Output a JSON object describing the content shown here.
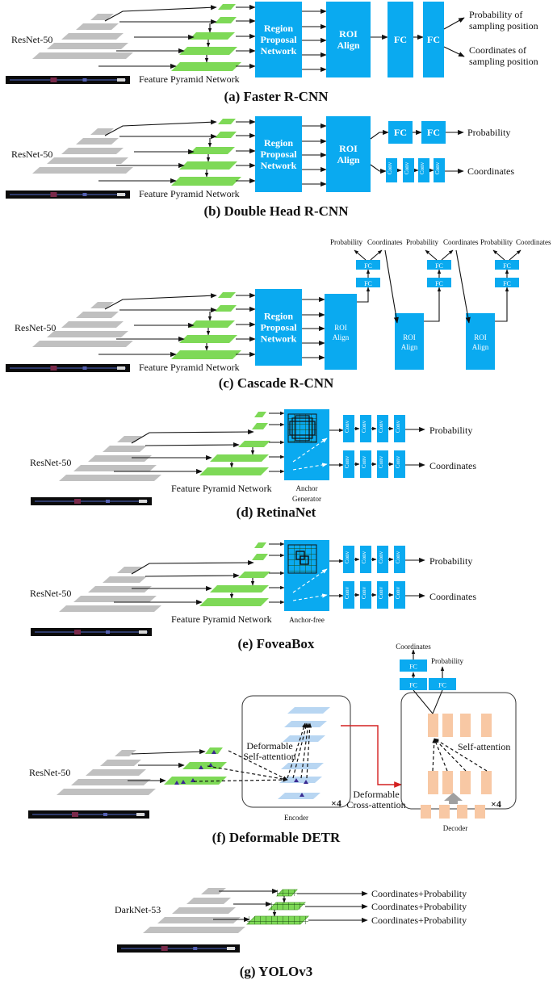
{
  "colors": {
    "blue": "#0aaaf0",
    "green": "#7ed957",
    "green_edge": "#58a83a",
    "gray": "#c0c0c0",
    "peach": "#f8c8a4",
    "lightblue": "#b8d6f2",
    "arrow": "#111111",
    "red": "#d42020",
    "white_dash": "#ffffff",
    "marker": "#3a2a90"
  },
  "icons": [
    "arrow-icon",
    "box-icon",
    "grid-icon",
    "triangle-marker-icon"
  ],
  "panels": {
    "a": {
      "caption": "(a) Faster R-CNN",
      "backbone": "ResNet-50",
      "fpn": "Feature Pyramid Network",
      "rpn": [
        "Region",
        "Proposal",
        "Network"
      ],
      "roi": [
        "ROI",
        "Align"
      ],
      "fc1": "FC",
      "fc2": "FC",
      "out1": [
        "Probability of",
        "sampling position"
      ],
      "out2": [
        "Coordinates of",
        "sampling position"
      ]
    },
    "b": {
      "caption": "(b) Double Head R-CNN",
      "backbone": "ResNet-50",
      "fpn": "Feature Pyramid Network",
      "rpn": [
        "Region",
        "Proposal",
        "Network"
      ],
      "roi": [
        "ROI",
        "Align"
      ],
      "fc1": "FC",
      "fc2": "FC",
      "conv": "Conv",
      "out1": "Probability",
      "out2": "Coordinates"
    },
    "c": {
      "caption": "(c) Cascade R-CNN",
      "backbone": "ResNet-50",
      "fpn": "Feature Pyramid Network",
      "rpn": [
        "Region",
        "Proposal",
        "Network"
      ],
      "roi": [
        "ROI",
        "Align"
      ],
      "fc": "FC",
      "prob": "Probability",
      "coord": "Coordinates"
    },
    "d": {
      "caption": "(d) RetinaNet",
      "backbone": "ResNet-50",
      "fpn": "Feature Pyramid Network",
      "gen": [
        "Anchor",
        "Generator"
      ],
      "conv": "Conv",
      "out1": "Probability",
      "out2": "Coordinates"
    },
    "e": {
      "caption": "(e) FoveaBox",
      "backbone": "ResNet-50",
      "fpn": "Feature Pyramid Network",
      "gen": "Anchor-free",
      "conv": "Conv",
      "out1": "Probability",
      "out2": "Coordinates"
    },
    "f": {
      "caption": "(f) Deformable DETR",
      "backbone": "ResNet-50",
      "self_attn_def": [
        "Deformable",
        "Self-attention"
      ],
      "cross_attn": [
        "Deformable",
        "Cross-attention"
      ],
      "encoder": "Encoder",
      "decoder": "Decoder",
      "times": "×4",
      "self_attn": "Self-attention",
      "fc": "FC",
      "coord": "Coordinates",
      "prob": "Probability"
    },
    "g": {
      "caption": "(g) YOLOv3",
      "backbone": "DarkNet-53",
      "out": "Coordinates+Probability"
    }
  }
}
